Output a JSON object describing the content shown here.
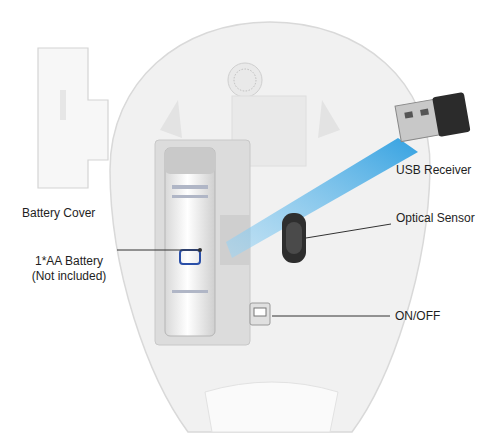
{
  "diagram": {
    "labels": [
      "Battery Cover",
      "USB Receiver",
      "Optical Sensor",
      "1*AA Battery (Not included)",
      "ON/OFF"
    ]
  }
}
